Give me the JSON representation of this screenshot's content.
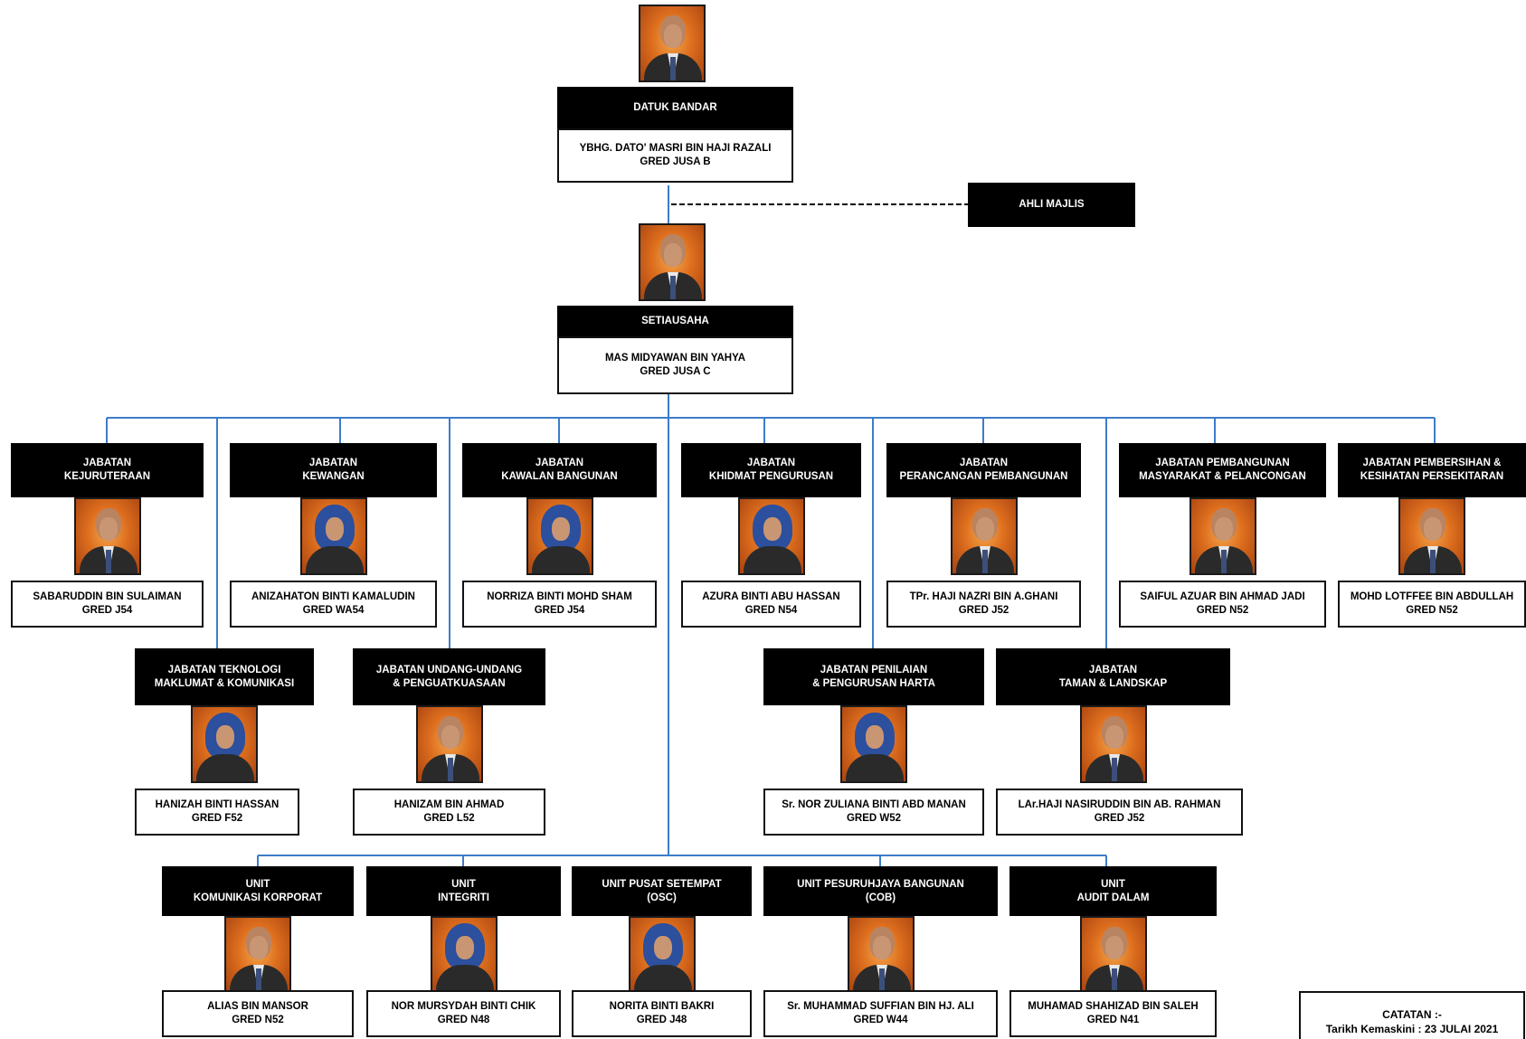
{
  "mayor": {
    "title": "DATUK BANDAR",
    "name": "YBHG. DATO' MASRI BIN HAJI RAZALI",
    "grade": "GRED JUSA B"
  },
  "council": {
    "title": "AHLI MAJLIS"
  },
  "secretary": {
    "title": "SETIAUSAHA",
    "name": "MAS MIDYAWAN BIN YAHYA",
    "grade": "GRED JUSA C"
  },
  "departments": [
    {
      "title": "JABATAN\nKEJURUTERAAN",
      "name": "SABARUDDIN BIN SULAIMAN",
      "grade": "GRED J54",
      "photo": "male"
    },
    {
      "title": "JABATAN\nKEWANGAN",
      "name": "ANIZAHATON BINTI KAMALUDIN",
      "grade": "GRED WA54",
      "photo": "female"
    },
    {
      "title": "JABATAN\nKAWALAN BANGUNAN",
      "name": "NORRIZA BINTI MOHD SHAM",
      "grade": "GRED J54",
      "photo": "female"
    },
    {
      "title": "JABATAN\nKHIDMAT PENGURUSAN",
      "name": "AZURA BINTI ABU HASSAN",
      "grade": "GRED N54",
      "photo": "female"
    },
    {
      "title": "JABATAN\nPERANCANGAN PEMBANGUNAN",
      "name": "TPr. HAJI NAZRI BIN A.GHANI",
      "grade": "GRED J52",
      "photo": "male"
    },
    {
      "title": "JABATAN PEMBANGUNAN\nMASYARAKAT & PELANCONGAN",
      "name": "SAIFUL AZUAR BIN AHMAD JADI",
      "grade": "GRED N52",
      "photo": "male"
    },
    {
      "title": "JABATAN PEMBERSIHAN &\nKESIHATAN PERSEKITARAN",
      "name": "MOHD LOTFFEE BIN ABDULLAH",
      "grade": "GRED N52",
      "photo": "male"
    },
    {
      "title": "JABATAN TEKNOLOGI\nMAKLUMAT & KOMUNIKASI",
      "name": "HANIZAH BINTI HASSAN",
      "grade": "GRED F52",
      "photo": "female"
    },
    {
      "title": "JABATAN UNDANG-UNDANG\n& PENGUATKUASAAN",
      "name": "HANIZAM BIN AHMAD",
      "grade": "GRED L52",
      "photo": "male"
    },
    {
      "title": "JABATAN PENILAIAN\n& PENGURUSAN HARTA",
      "name": "Sr. NOR ZULIANA BINTI ABD MANAN",
      "grade": "GRED W52",
      "photo": "female"
    },
    {
      "title": "JABATAN\nTAMAN & LANDSKAP",
      "name": "LAr.HAJI NASIRUDDIN BIN AB. RAHMAN",
      "grade": "GRED J52",
      "photo": "male"
    }
  ],
  "units": [
    {
      "title": "UNIT\nKOMUNIKASI KORPORAT",
      "name": "ALIAS BIN MANSOR",
      "grade": "GRED N52",
      "photo": "male"
    },
    {
      "title": "UNIT\nINTEGRITI",
      "name": "NOR MURSYDAH BINTI CHIK",
      "grade": "GRED N48",
      "photo": "female"
    },
    {
      "title": "UNIT PUSAT SETEMPAT\n(OSC)",
      "name": "NORITA BINTI BAKRI",
      "grade": "GRED J48",
      "photo": "female"
    },
    {
      "title": "UNIT PESURUHJAYA BANGUNAN\n(COB)",
      "name": "Sr. MUHAMMAD SUFFIAN BIN HJ. ALI",
      "grade": "GRED W44",
      "photo": "male"
    },
    {
      "title": "UNIT\nAUDIT DALAM",
      "name": "MUHAMAD SHAHIZAD BIN SALEH",
      "grade": "GRED N41",
      "photo": "male"
    }
  ],
  "note": {
    "label": "CATATAN :-",
    "updated": "Tarikh Kemaskini : 23 JULAI 2021"
  },
  "colors": {
    "connector": "#3d7cc9",
    "header_bg": "#000000",
    "photo_bg": "#dd6e1e"
  }
}
